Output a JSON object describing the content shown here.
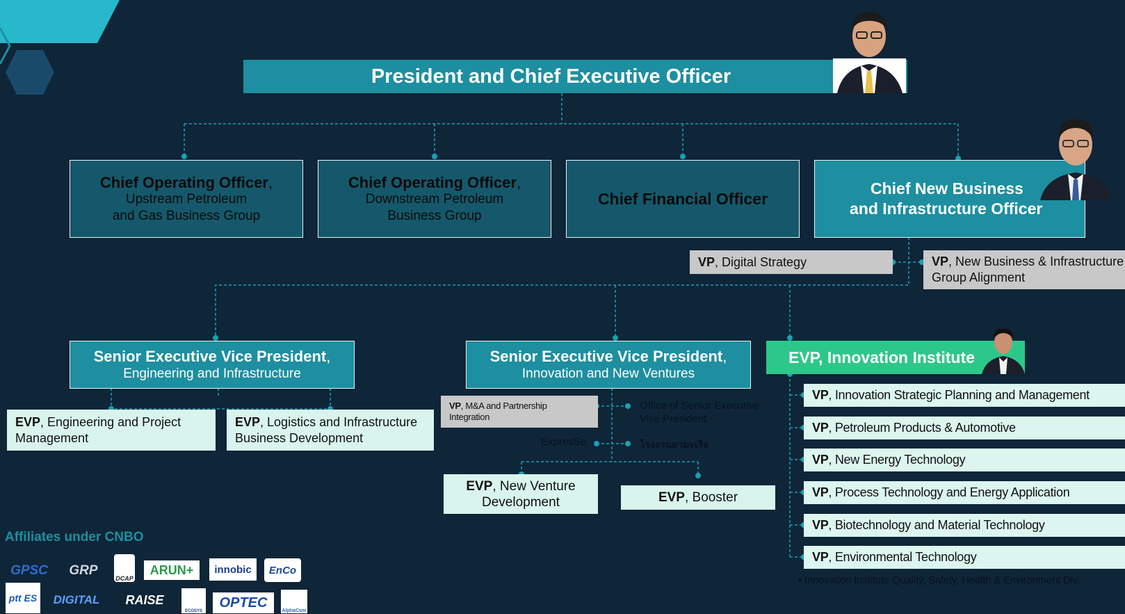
{
  "ceo": {
    "title": "President and Chief Executive Officer"
  },
  "level2": [
    {
      "bold": "Chief Operating Officer",
      "suffix": ",",
      "sub1": "Upstream Petroleum",
      "sub2": "and Gas Business Group"
    },
    {
      "bold": "Chief Operating Officer",
      "suffix": ",",
      "sub1": "Downstream Petroleum",
      "sub2": "Business Group"
    },
    {
      "bold": "Chief Financial Officer"
    },
    {
      "line1": "Chief New Business",
      "line2": "and Infrastructure Officer"
    }
  ],
  "cnbo_vps": [
    {
      "bold": "VP",
      "text": ", Digital Strategy"
    },
    {
      "bold": "VP",
      "text": ", New Business & Infrastructure",
      "text2": "Group Alignment"
    }
  ],
  "sevp": [
    {
      "bold": "Senior Executive Vice President",
      "suffix": ",",
      "sub": "Engineering and Infrastructure"
    },
    {
      "bold": "Senior Executive Vice President",
      "suffix": ",",
      "sub": "Innovation and New Ventures"
    }
  ],
  "eng_evps": [
    {
      "bold": "EVP",
      "text": ", Engineering and Project",
      "text2": "Management"
    },
    {
      "bold": "EVP",
      "text": ", Logistics and Infrastructure",
      "text2": "Business Development"
    }
  ],
  "innov": {
    "vp_ma": {
      "bold": "VP",
      "text": ", M&A and Partnership",
      "text2": "Integration"
    },
    "office": "Office of Senior Executive",
    "office2": "Vise President",
    "expresso": "ExpresSo",
    "thai": "โรงงานยามะเริง",
    "evp_nvd": {
      "bold": "EVP",
      "text": ", New Venture",
      "text2": "Development"
    },
    "evp_booster": {
      "bold": "EVP",
      "text": ", Booster"
    }
  },
  "innovation_institute": {
    "title": "EVP, Innovation Institute",
    "vps": [
      {
        "bold": "VP",
        "text": ", Innovation Strategic Planning and Management"
      },
      {
        "bold": "VP",
        "text": ", Petroleum Products & Automotive"
      },
      {
        "bold": "VP",
        "text": ", New Energy Technology"
      },
      {
        "bold": "VP",
        "text": ", Process Technology and Energy Application"
      },
      {
        "bold": "VP",
        "text": ", Biotechnology and Material Technology"
      },
      {
        "bold": "VP",
        "text": ", Environmental Technology"
      }
    ],
    "footnote": "• Innovation Institute Quality, Safety, Health & Environment Div."
  },
  "affiliates": {
    "heading": "Affiliates under CNBO",
    "logos": [
      "GPSC",
      "GRP",
      "DCAP",
      "ARUN+",
      "innobic",
      "EnCo",
      "ptt ES",
      "DIGITAL",
      "RAISE",
      "ECOSYS",
      "OPTEC",
      "AlphaCom"
    ]
  },
  "colors": {
    "background": "#0f2538",
    "teal": "#1d8fa0",
    "dark_teal": "#15586b",
    "mint": "#d9f4ec",
    "green": "#2ec78a",
    "grey": "#c8c8c8",
    "connector": "#1aa0b2"
  }
}
